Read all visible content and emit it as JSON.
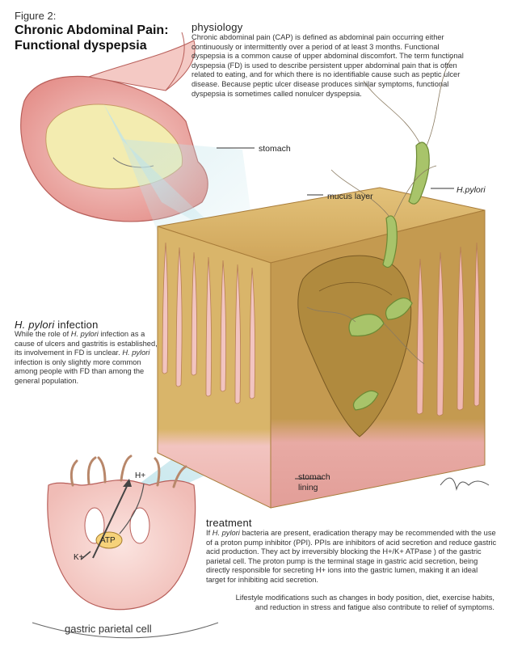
{
  "figure": {
    "label": "Figure 2:",
    "title": "Chronic Abdominal Pain: Functional dyspepsia"
  },
  "physiology": {
    "title": "physiology",
    "body": "Chronic abdominal pain (CAP) is defined as abdominal pain occurring either continuously or intermittently over a period of at least 3 months. Functional dyspepsia is a common cause of upper abdominal discomfort. The term functional dyspepsia (FD) is used to describe persistent upper abdominal pain that is often related to eating, and for which there is no identifiable cause such as peptic ulcer disease. Because peptic ulcer disease produces similar symptoms, functional dyspepsia is sometimes called nonulcer dyspepsia."
  },
  "hpylori_section": {
    "title_italic": "H. pylori",
    "title_rest": " infection",
    "body_1": "While the role of ",
    "body_em_1": "H. pylori",
    "body_2": " infection as a cause of ulcers and gastritis is established, its involvement in FD is unclear. ",
    "body_em_2": "H. pylori",
    "body_3": " infection is only slightly more common among people with FD than among the general population."
  },
  "treatment": {
    "title": "treatment",
    "body_1": "If ",
    "body_em_1": "H. pylori",
    "body_2": " bacteria are present, eradication therapy may be recommended with the use of a proton pump inhibitor (PPI). PPIs are inhibitors of acid secretion and reduce gastric acid production. They act by irreversibly blocking the H+/K+ ATPase    ) of the gastric parietal cell. The proton pump is the terminal stage in gastric acid secretion, being directly responsible for secreting H+ ions into the gastric lumen, making it an ideal target for inhibiting acid secretion.",
    "body_para2": "Lifestyle modifications such as changes in body position, diet, exercise habits, and reduction in stress and fatigue also contribute to relief of symptoms."
  },
  "labels": {
    "stomach": "stomach",
    "mucus_layer": "mucus layer",
    "hpylori": "H.pylori",
    "stomach_lining": "stomach lining",
    "h_ion": "H+",
    "k_ion": "K+",
    "atp": "ATP",
    "parietal_cell": "gastric parietal cell"
  },
  "colors": {
    "tissue_pink": "#f2c4c0",
    "mucus_tan": "#d9b56a",
    "bacteria_green": "#a8c46a",
    "beam_blue": "#bfe3ea"
  }
}
